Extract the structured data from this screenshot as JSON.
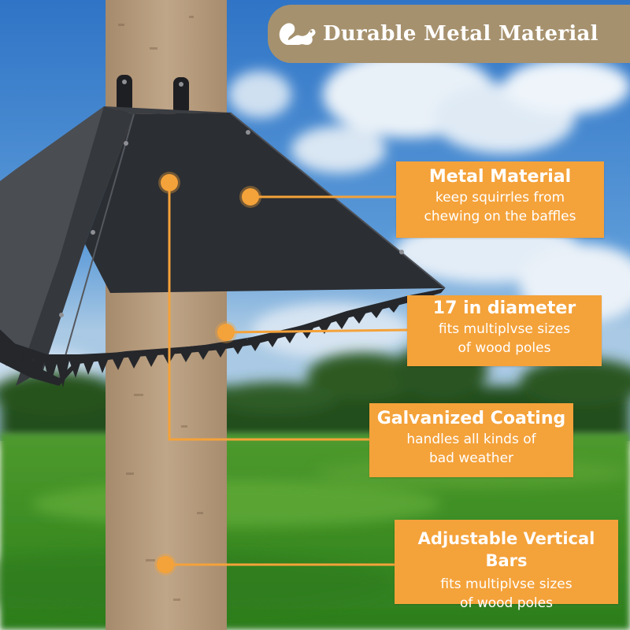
{
  "banner": {
    "title": "Durable Metal Material",
    "icon": "squirrel-icon",
    "color": "#a6916e"
  },
  "callouts": [
    {
      "title": "Metal Material",
      "lines": [
        "keep squirrles from",
        "chewing on the baffles"
      ]
    },
    {
      "title": "17 in diameter",
      "lines": [
        "fits multiplvse sizes",
        "of wood poles"
      ]
    },
    {
      "title": "Galvanized Coating",
      "lines": [
        "handles all kinds of",
        "bad weather"
      ]
    },
    {
      "title": "Adjustable Vertical Bars",
      "lines": [
        "fits multiplvse sizes",
        "of wood poles"
      ]
    }
  ],
  "colors": {
    "accent": "#f4a23a",
    "baffle": "#2b2e33",
    "post": "#b69a7e",
    "sky": "#3f86d0",
    "grass": "#3a8a2a"
  }
}
